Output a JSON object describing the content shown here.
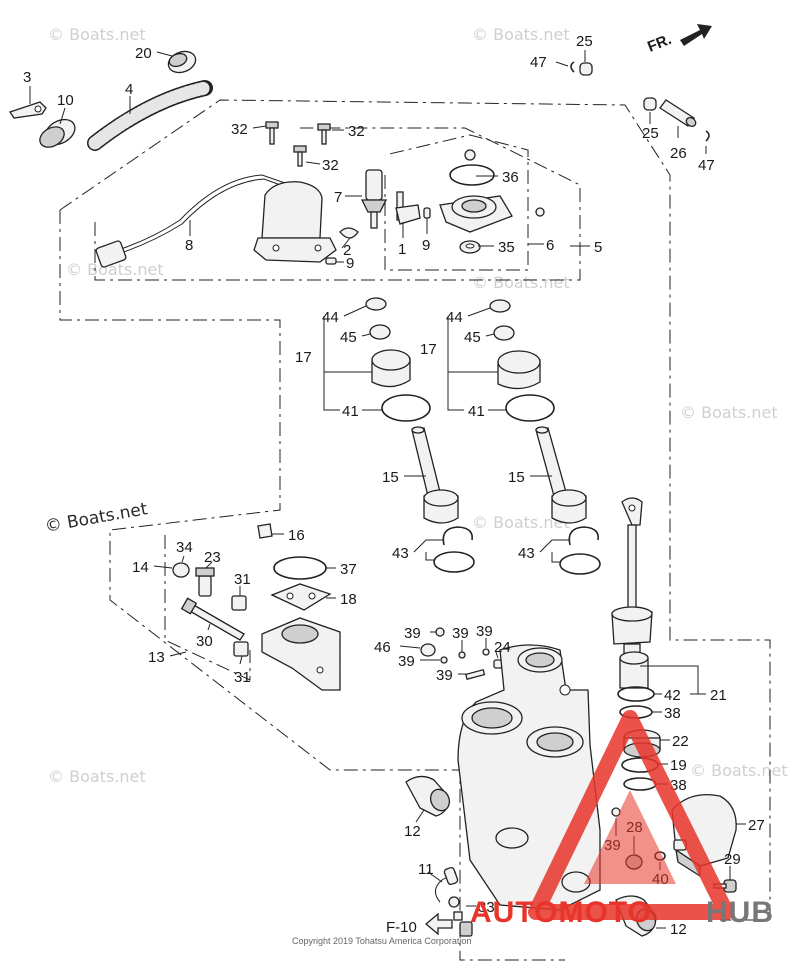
{
  "watermark": "© Boats.net",
  "copyright": "Copyright 2019 Tohatsu America Corporation",
  "direction_label": "FR.",
  "reference_label": "F-10",
  "logo": {
    "left": "AUTOMOTO",
    "right": "HUB",
    "color_red": "#e8342a",
    "color_grey": "#777777"
  },
  "callouts": [
    {
      "id": "c3",
      "label": "3"
    },
    {
      "id": "c10",
      "label": "10"
    },
    {
      "id": "c20",
      "label": "20"
    },
    {
      "id": "c4",
      "label": "4"
    },
    {
      "id": "c25a",
      "label": "25"
    },
    {
      "id": "c47a",
      "label": "47"
    },
    {
      "id": "c25b",
      "label": "25"
    },
    {
      "id": "c26",
      "label": "26"
    },
    {
      "id": "c47b",
      "label": "47"
    },
    {
      "id": "c32a",
      "label": "32"
    },
    {
      "id": "c32b",
      "label": "32"
    },
    {
      "id": "c32c",
      "label": "32"
    },
    {
      "id": "c7",
      "label": "7"
    },
    {
      "id": "c36",
      "label": "36"
    },
    {
      "id": "c8",
      "label": "8"
    },
    {
      "id": "c2",
      "label": "2"
    },
    {
      "id": "c1",
      "label": "1"
    },
    {
      "id": "c9a",
      "label": "9"
    },
    {
      "id": "c9b",
      "label": "9"
    },
    {
      "id": "c35",
      "label": "35"
    },
    {
      "id": "c6",
      "label": "6"
    },
    {
      "id": "c5",
      "label": "5"
    },
    {
      "id": "c44a",
      "label": "44"
    },
    {
      "id": "c45a",
      "label": "45"
    },
    {
      "id": "c17a",
      "label": "17"
    },
    {
      "id": "c41a",
      "label": "41"
    },
    {
      "id": "c44b",
      "label": "44"
    },
    {
      "id": "c45b",
      "label": "45"
    },
    {
      "id": "c17b",
      "label": "17"
    },
    {
      "id": "c41b",
      "label": "41"
    },
    {
      "id": "c15a",
      "label": "15"
    },
    {
      "id": "c15b",
      "label": "15"
    },
    {
      "id": "c43a",
      "label": "43"
    },
    {
      "id": "c43b",
      "label": "43"
    },
    {
      "id": "c16",
      "label": "16"
    },
    {
      "id": "c34",
      "label": "34"
    },
    {
      "id": "c14",
      "label": "14"
    },
    {
      "id": "c23",
      "label": "23"
    },
    {
      "id": "c37",
      "label": "37"
    },
    {
      "id": "c31a",
      "label": "31"
    },
    {
      "id": "c18",
      "label": "18"
    },
    {
      "id": "c30",
      "label": "30"
    },
    {
      "id": "c13",
      "label": "13"
    },
    {
      "id": "c31b",
      "label": "31"
    },
    {
      "id": "c39a",
      "label": "39"
    },
    {
      "id": "c39b",
      "label": "39"
    },
    {
      "id": "c39c",
      "label": "39"
    },
    {
      "id": "c46",
      "label": "46"
    },
    {
      "id": "c39d",
      "label": "39"
    },
    {
      "id": "c24",
      "label": "24"
    },
    {
      "id": "c39e",
      "label": "39"
    },
    {
      "id": "c42",
      "label": "42"
    },
    {
      "id": "c21",
      "label": "21"
    },
    {
      "id": "c38a",
      "label": "38"
    },
    {
      "id": "c22",
      "label": "22"
    },
    {
      "id": "c19",
      "label": "19"
    },
    {
      "id": "c38b",
      "label": "38"
    },
    {
      "id": "c27",
      "label": "27"
    },
    {
      "id": "c28",
      "label": "28"
    },
    {
      "id": "c39f",
      "label": "39"
    },
    {
      "id": "c40",
      "label": "40"
    },
    {
      "id": "c29",
      "label": "29"
    },
    {
      "id": "c12a",
      "label": "12"
    },
    {
      "id": "c11",
      "label": "11"
    },
    {
      "id": "c33",
      "label": "33"
    },
    {
      "id": "c12b",
      "label": "12"
    }
  ]
}
